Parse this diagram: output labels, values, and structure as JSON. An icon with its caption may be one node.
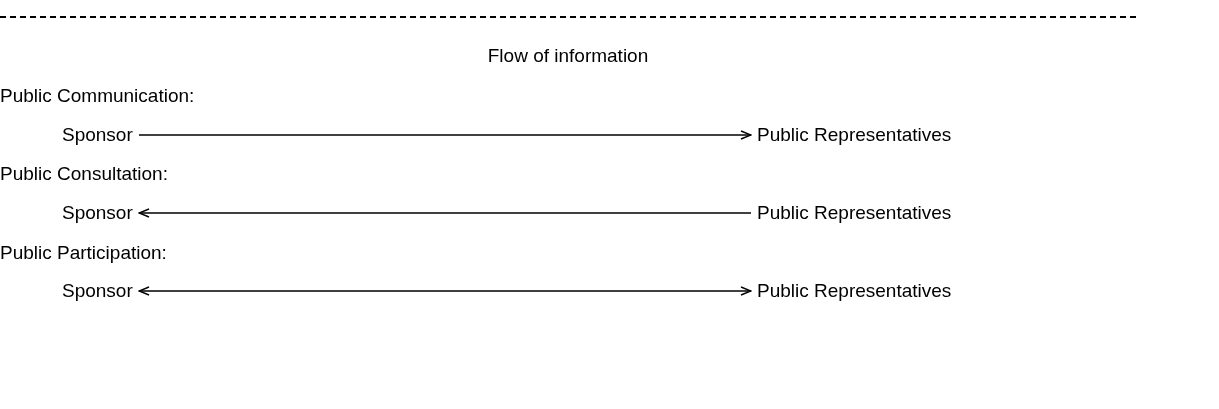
{
  "diagram": {
    "title": "Flow of information",
    "nodes": [
      {
        "text": [
          "Sponsor"
        ]
      },
      {
        "text": [
          "Public Representatives"
        ]
      },
      {
        "text": [
          "Sponsor"
        ]
      },
      {
        "text": [
          "Public Representatives"
        ]
      },
      {
        "text": [
          "Sponsor"
        ]
      },
      {
        "text": [
          "Public Representatives"
        ]
      }
    ],
    "edges": [
      {
        "from": 0,
        "to": 1,
        "arrow": "to"
      },
      {
        "from": 3,
        "to": 2,
        "arrow": "to"
      },
      {
        "from": 4,
        "to": 5,
        "arrow": "both"
      }
    ],
    "labels": [
      "Public Communication:",
      "Public Consultation:",
      "Public Participation:"
    ]
  }
}
